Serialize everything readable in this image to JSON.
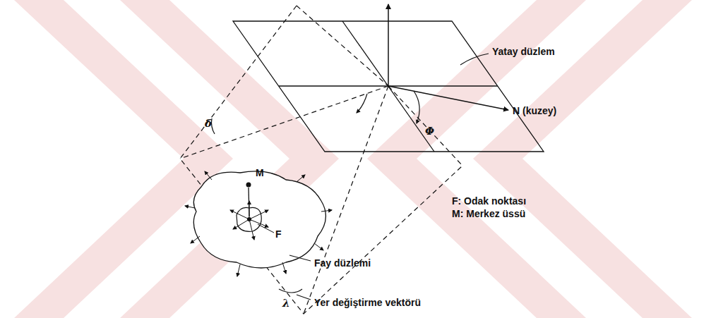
{
  "diagram": {
    "labels": [
      "Yatay düzlem",
      "δ",
      "Φ",
      "N (kuzey)",
      "M",
      "F",
      "F: Odak noktası",
      "M: Merkez üssü",
      "Fay düzlemi",
      "Yer değiştirme vektörü",
      "λ"
    ]
  }
}
